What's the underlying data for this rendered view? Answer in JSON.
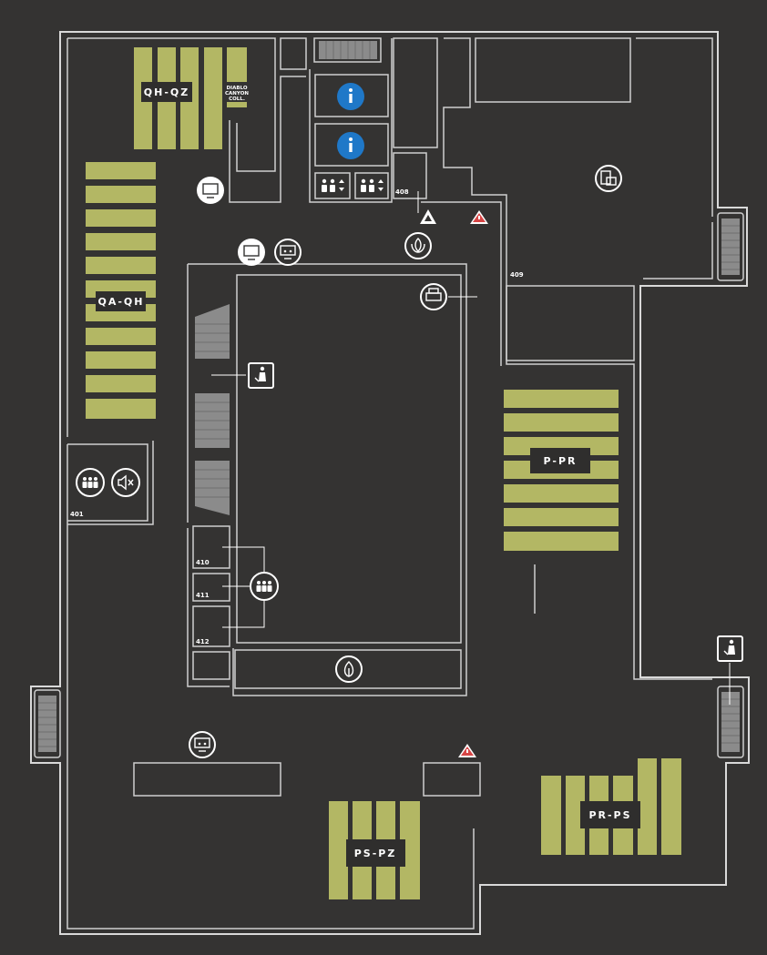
{
  "map": {
    "title": "",
    "colors": {
      "background": "#343332",
      "walls": "#d9d9d9",
      "shelving": "#b3b764",
      "info": "#1f78c8",
      "warning": "#d64545"
    },
    "stack_labels": {
      "qh_qz": "QH-QZ",
      "qa_qh": "QA-QH",
      "p_pr": "P-PR",
      "pr_ps": "PR-PS",
      "ps_pz": "PS-PZ"
    },
    "special_collection": [
      "DIABLO",
      "CANYON",
      "COLL."
    ],
    "rooms": {
      "r401": "401",
      "r408": "408",
      "r409": "409",
      "r410": "410",
      "r411": "411",
      "r412": "412"
    },
    "icons": [
      "info-icon",
      "info-icon",
      "elevator-icon",
      "elevator-icon",
      "computer-workstation-icon",
      "computer-workstation-icon",
      "group-study-icon",
      "emergency-exit-icon",
      "emergency-exit-icon",
      "meditation-icon",
      "printer-icon",
      "service-desk-icon",
      "group-study-room-icon",
      "group-study-room-icon",
      "quiet-zone-icon",
      "water-fountain-icon",
      "reading-room-icon",
      "whiteboard-icon"
    ]
  }
}
